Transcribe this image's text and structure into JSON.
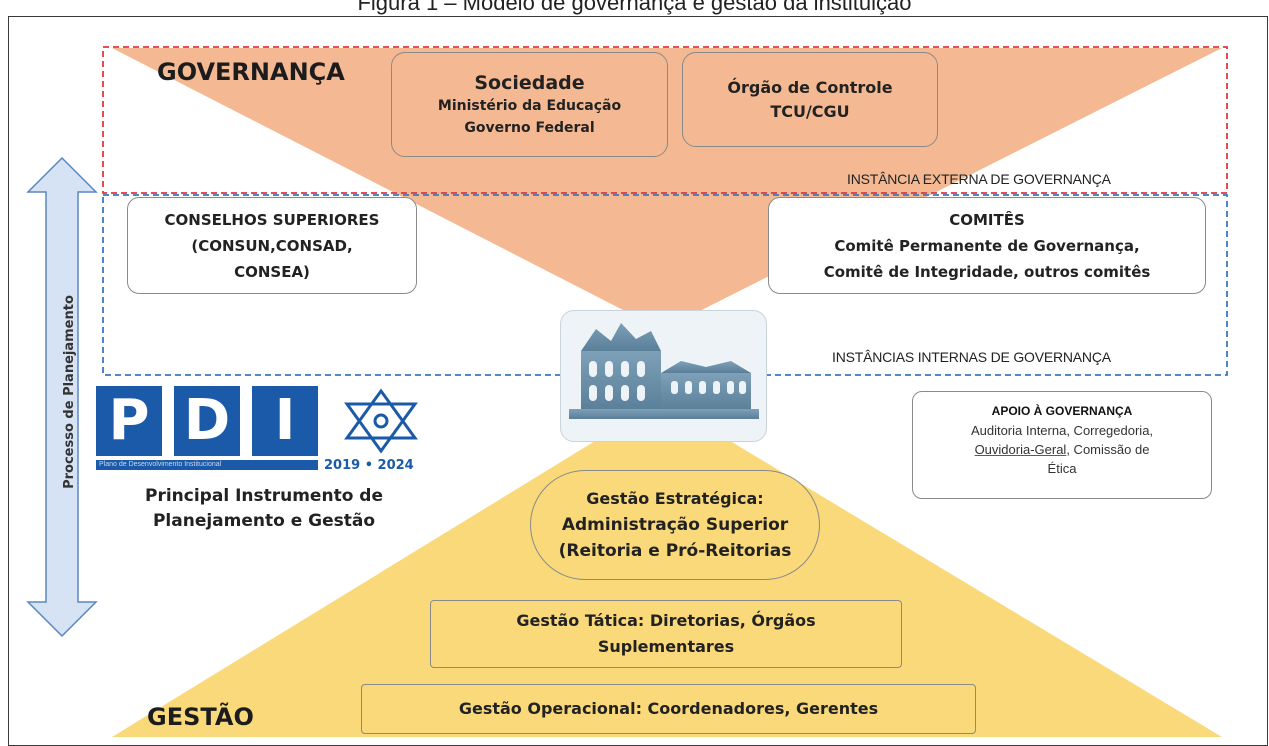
{
  "header_partial": "Figura 1 – Modelo de governança e gestão da instituição",
  "governanca": {
    "label": "GOVERNANÇA",
    "sociedade": {
      "title": "Sociedade",
      "line1": "Ministério da Educação",
      "line2": "Governo Federal"
    },
    "orgao_controle": {
      "title": "Órgão de Controle",
      "line1": "TCU/CGU"
    },
    "externa_label": "INSTÂNCIA EXTERNA DE GOVERNANÇA",
    "internas_label": "INSTÂNCIAS INTERNAS DE GOVERNANÇA",
    "conselhos": {
      "line1": "CONSELHOS SUPERIORES",
      "line2": "(CONSUN,CONSAD,",
      "line3": "CONSEA)"
    },
    "comites": {
      "title": "COMITÊS",
      "line1": "Comitê Permanente de Governança,",
      "line2": "Comitê de Integridade, outros comitês"
    }
  },
  "apoio": {
    "title": "APOIO À GOVERNANÇA",
    "line1": "Auditoria Interna, Corregedoria,",
    "line2_underlined": "Ouvidoria-Geral",
    "line2_rest": ", Comissão de",
    "line3": "Ética"
  },
  "pdi": {
    "letters": [
      "P",
      "D",
      "I"
    ],
    "bar_text": "Plano de Desenvolvimento Institucional",
    "years": "2019 • 2024",
    "caption_line1": "Principal Instrumento de",
    "caption_line2": "Planejamento e Gestão"
  },
  "processo_label": "Processo de Planejamento",
  "gestao": {
    "label": "GESTÃO",
    "estrategica": {
      "line1": "Gestão Estratégica:",
      "line2": "Administração Superior",
      "line3": "(Reitoria e Pró-Reitorias"
    },
    "tatica": {
      "line1": "Gestão Tática: Diretorias, Órgãos",
      "line2": "Suplementares"
    },
    "operacional": {
      "line1": "Gestão Operacional: Coordenadores, Gerentes"
    }
  },
  "colors": {
    "governanca_fill": "#f4b993",
    "gestao_fill": "#fad97a",
    "externa_border": "#e0383e",
    "internas_border": "#3a78c2",
    "pdi_blue": "#1b5aa8",
    "arrow_fill": "#d6e3f4",
    "arrow_stroke": "#5b87c0"
  },
  "icons": {
    "building": "university-building-icon",
    "star": "hexagram-star-icon",
    "arrow": "double-vertical-arrow-icon"
  }
}
